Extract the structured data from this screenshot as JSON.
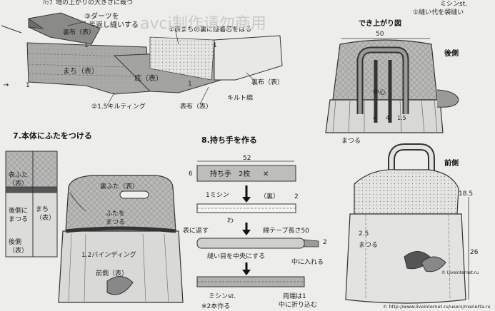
{
  "watermark": "avci制作请勿商用",
  "credit": "© Liveinternet.ru",
  "site": "© http://www.liveinternet.ru/users/marietta.ru",
  "top_left": {
    "header_fragment": "ﾊｯﾌﾞ地の上がりの大きさに裁つ",
    "dart_note_line1": "③ダーツを",
    "dart_note_line2": "半返し縫いする",
    "lining_top_label": "裏布（表）",
    "interfacing_note": "①表まちの裏に接着芯をはる",
    "gusset_label": "まち（表）",
    "bottom_label": "底（表）",
    "lining_right_label": "裏布（表）",
    "quilt_note": "②1.5キルティング",
    "outer_label": "表布（表）",
    "batting_label": "キルト綿",
    "dim_1a": "1",
    "dim_1b": "1",
    "dim_1c": "1",
    "dim_1d": "1"
  },
  "top_right": {
    "sewing_note_line1": "ミシンst.",
    "sewing_note_line2": "①縫い代を袋縫い",
    "finished_title": "でき上がり図",
    "back_label": "後側",
    "width_50": "50",
    "center_label": "中心",
    "dim_4a": "4",
    "dim_4b": "4",
    "dim_1_5": "1.5",
    "gather_label": "まつる"
  },
  "step7": {
    "title": "7.本体にふたをつける",
    "flap_label_line1": "表ふた",
    "flap_label_line2": "（表）",
    "back_label": "後側に",
    "back_label_line2": "まつる",
    "gusset_label_line1": "まち",
    "gusset_label_line2": "（表）",
    "back_label2_line1": "後側",
    "back_label2_line2": "（表）",
    "inner_flap_label": "裏ふた（表）",
    "flap_stitch_line1": "ふたを",
    "flap_stitch_line2": "まつる",
    "binding_label": "1.2バインディング",
    "front_label": "前側（表）"
  },
  "step8": {
    "title": "8.持ち手を作る",
    "width_52": "52",
    "height_6": "6",
    "strip_label": "持ち手　2枚",
    "sew_label": "1ミシン",
    "back_label": "（裏）",
    "dim_2a": "2",
    "wa_label": "わ",
    "turn_label": "表に返す",
    "tape_label": "綿テープ長さ50",
    "dim_2b": "2",
    "seam_center_label": "縫い目を中央にする",
    "insert_label": "中に入れる",
    "topstitch_label": "ミシンst.",
    "ends_label_line1": "両端は1",
    "ends_label_line2": "中に折り込む",
    "make_two_label": "※2本作る"
  },
  "front_view": {
    "front_label": "前側",
    "dim_18_5": "18.5",
    "dim_2_5": "2.5",
    "gather_label": "まつる",
    "dim_26": "26"
  }
}
